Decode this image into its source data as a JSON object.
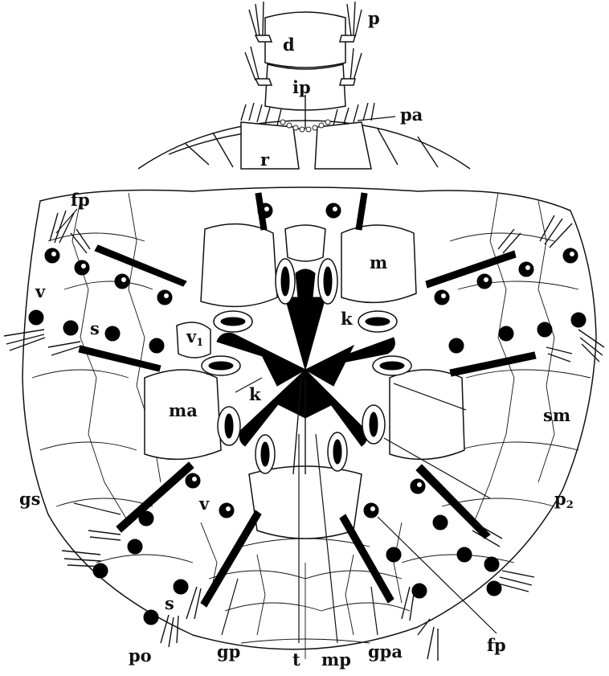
{
  "labels": {
    "d": "d",
    "p": "p",
    "ip": "ip",
    "pa": "pa",
    "r": "r",
    "fp_top": "fp",
    "v_left": "v",
    "s_left": "s",
    "v1": "v",
    "v1_sub": "1",
    "m": "m",
    "k_upper": "k",
    "k_lower": "k",
    "ma": "ma",
    "sm": "sm",
    "gs": "gs",
    "v_lower": "v",
    "p2": "p",
    "p2_sub": "2",
    "s_lower": "s",
    "po": "po",
    "gp": "gp",
    "t": "t",
    "mp": "mp",
    "gpa": "gpa",
    "fp_lower": "fp"
  }
}
